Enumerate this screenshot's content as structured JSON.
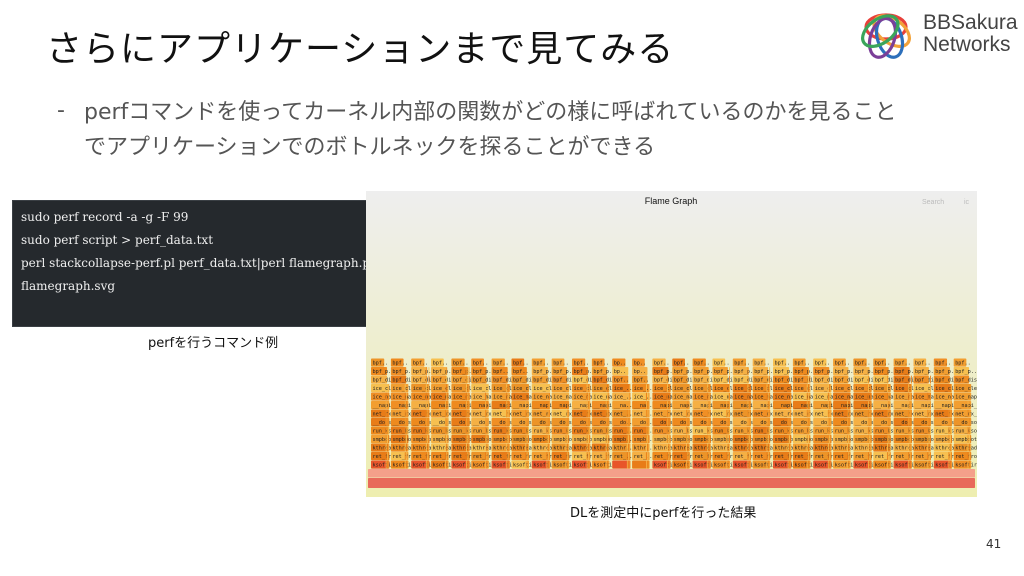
{
  "slide": {
    "title": "さらにアプリケーションまで見てみる",
    "bullet_dash": "-",
    "bullet_line1": "perfコマンドを使ってカーネル内部の関数がどの様に呼ばれているのかを見ること",
    "bullet_line2": "でアプリケーションでのボトルネックを探ることができる",
    "caption_commands": "perfを行うコマンド例",
    "caption_flamegraph": "DLを測定中にperfを行った結果",
    "page_number": "41"
  },
  "logo": {
    "line1": "BBSakura",
    "line2": "Networks",
    "colors": [
      "#e8403a",
      "#f2a23a",
      "#2c6fbb",
      "#7b3f98",
      "#3aa55a"
    ]
  },
  "terminal": {
    "lines": [
      "sudo perf record -a -g -F 99",
      "sudo perf script > perf_data.txt",
      "perl stackcollapse-perf.pl perf_data.txt|perl flamegraph.pl  >",
      "flamegraph.svg"
    ]
  },
  "flamegraph": {
    "title": "Flame Graph",
    "search_label": "Search",
    "close_label": "ic",
    "columns": [
      [
        "ksoftirq..",
        "ret_from...",
        "kthread",
        "smpboot_...",
        "run_ksof...",
        "__do_sof...",
        "net_rx_a...",
        "__napi_p...",
        "ice_napi...",
        "ice_clea...",
        "bpf_di..",
        "bpf_p..",
        "bpf.."
      ],
      [
        "ksoftirq..",
        "ret_from...",
        "kthread",
        "smpboot_...",
        "run_ksof...",
        "__do_sof...",
        "net_rx_a...",
        "__napi_p...",
        "ice_napi...",
        "ice_clea..",
        "bpf_di..",
        "bpf_p..",
        "bpf.."
      ],
      [
        "ksoftirq..",
        "ret_from...",
        "kthread",
        "smpboot_...",
        "run_ksof...",
        "__do_sof...",
        "net_rx_a...",
        "__napi_p...",
        "ice_napi...",
        "ice_clea...",
        "bpf_dis..",
        "bpf_p..",
        "bpf.."
      ],
      [
        "ksoftir..",
        "ret_fro..",
        "kthread",
        "smpboot...",
        "run_kso..",
        "__do_so..",
        "net_rx...",
        "__napi_...",
        "ice_nap..",
        "ice_clea..",
        "bpf_di..",
        "bpf..",
        "bpf.."
      ],
      [
        "ksoftirq..",
        "ret_from...",
        "kthread",
        "smpboot_...",
        "run_ksof...",
        "__do_sof...",
        "net_rx_a...",
        "__napi_p...",
        "ice_napi...",
        "ice_clea...",
        "bpf_dis..",
        "bpf_p..",
        "bpf.."
      ],
      [
        "ksoftirq..",
        "ret_from...",
        "kthread",
        "smpboot_...",
        "run_ksof...",
        "__do_sof...",
        "net_rx_a...",
        "__napi_p...",
        "ice_napi...",
        "ice_clea...",
        "bpf_dis..",
        "bpf_p..",
        "bpf.."
      ],
      [
        "",
        "ret_...",
        "kthr...",
        "smpb...",
        "run_...",
        "__do...",
        "net_...",
        "__na...",
        "ice_...",
        "ice_...",
        "bpf..",
        "bp..",
        "bp.."
      ],
      [
        "ksoftirq..",
        "ret_from...",
        "kthread",
        "smpboot_...",
        "run_ksof...",
        "__do_sof...",
        "net_rx_a...",
        "__napi_p...",
        "ice_napi...",
        "ice_clea...",
        "bpf_dis..",
        "bpf_p..",
        "bpf.."
      ],
      [
        "ksoftirq..",
        "ret_from...",
        "kthread",
        "smpboot_...",
        "run_ksof...",
        "__do_sof...",
        "net_rx_a...",
        "__napi_p...",
        "ice_napi...",
        "ice_clea...",
        "bpf_dis..",
        "bpf_p..",
        "bpf.."
      ],
      [
        "ksoftirq..",
        "ret_from...",
        "kthread",
        "smpboot_...",
        "run_ksof...",
        "__do_sof...",
        "net_rx_a...",
        "__napi_p...",
        "ice_napi...",
        "ice_clea...",
        "bpf_dis..",
        "bpf_p..",
        "bpf.."
      ],
      [
        "ksoftirq..",
        "ret_from...",
        "kthread",
        "smpboot_...",
        "run_ksof...",
        "__do_sof...",
        "net_rx_a...",
        "__napi_p...",
        "ice_napi...",
        "ice_clea...",
        "bpf_dis..",
        "bpf_p..",
        "bpf.."
      ],
      [
        "ksoftirq..",
        "ret_from...",
        "kthread",
        "smpboot_...",
        "run_ksof...",
        "__do_sof...",
        "net_rx_a...",
        "__napi_p...",
        "ice_napi...",
        "ice_clea...",
        "bpf_dis..",
        "bpf_p..",
        "bpf.."
      ],
      [
        "ksoftirq..",
        "ret_from...",
        "kthread",
        "smpboot_...",
        "run_ksof...",
        "__do_sof...",
        "net_rx_a...",
        "__napi_p...",
        "ice_napi...",
        "ice_clea...",
        "bpf_dis..",
        "bpf_p..",
        "bpf.."
      ],
      [
        "ksoftirq..",
        "ret_from...",
        "kthread",
        "smpboot_...",
        "run_ksof...",
        "__do_sof...",
        "net_rx_a...",
        "__napi_p...",
        "ice_napi...",
        "ice_clea...",
        "bpf_dis..",
        "bpf_p..",
        "bpf.."
      ],
      [
        "ksoftirq..",
        "ret_from...",
        "kthread",
        "smpboot_...",
        "run_ksof...",
        "__do_sof...",
        "net_rx_a...",
        "__napi_p...",
        "ice_napi...",
        "ice_clea...",
        "bpf_dis..",
        "bpf_p..",
        "bpf.."
      ]
    ],
    "colors": {
      "bg_top": "#eeeeee",
      "bg_bottom": "#eeeeb0",
      "root": "#e86a5a",
      "root2": "#f4a08a",
      "frame_palette": [
        "#f29e30",
        "#ee8a1e",
        "#f5b044",
        "#e87c18",
        "#f7c050",
        "#ec9428",
        "#f08f25"
      ],
      "hot": "#e8552a"
    }
  }
}
